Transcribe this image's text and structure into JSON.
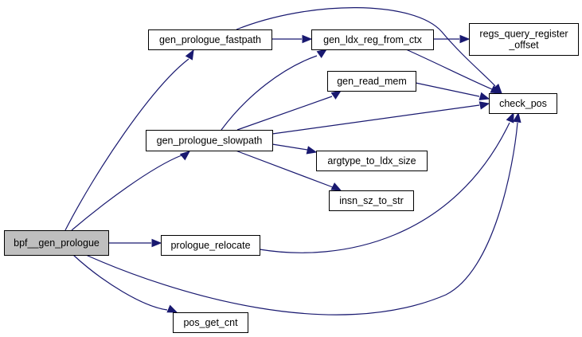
{
  "diagram": {
    "type": "call-graph",
    "colors": {
      "edge": "#191970",
      "root_fill": "#bfbfbf",
      "node_fill": "#ffffff",
      "border": "#000000"
    },
    "root": "bpf__gen_prologue",
    "nodes": [
      {
        "id": "bpf__gen_prologue",
        "label": [
          "bpf__gen_prologue"
        ],
        "highlighted": true
      },
      {
        "id": "gen_prologue_fastpath",
        "label": [
          "gen_prologue_fastpath"
        ],
        "highlighted": false
      },
      {
        "id": "gen_prologue_slowpath",
        "label": [
          "gen_prologue_slowpath"
        ],
        "highlighted": false
      },
      {
        "id": "prologue_relocate",
        "label": [
          "prologue_relocate"
        ],
        "highlighted": false
      },
      {
        "id": "pos_get_cnt",
        "label": [
          "pos_get_cnt"
        ],
        "highlighted": false
      },
      {
        "id": "gen_ldx_reg_from_ctx",
        "label": [
          "gen_ldx_reg_from_ctx"
        ],
        "highlighted": false
      },
      {
        "id": "gen_read_mem",
        "label": [
          "gen_read_mem"
        ],
        "highlighted": false
      },
      {
        "id": "argtype_to_ldx_size",
        "label": [
          "argtype_to_ldx_size"
        ],
        "highlighted": false
      },
      {
        "id": "insn_sz_to_str",
        "label": [
          "insn_sz_to_str"
        ],
        "highlighted": false
      },
      {
        "id": "regs_query_register_offset",
        "label": [
          "regs_query_register",
          "_offset"
        ],
        "highlighted": false
      },
      {
        "id": "check_pos",
        "label": [
          "check_pos"
        ],
        "highlighted": false
      }
    ],
    "edges": [
      {
        "from": "bpf__gen_prologue",
        "to": "gen_prologue_fastpath"
      },
      {
        "from": "bpf__gen_prologue",
        "to": "gen_prologue_slowpath"
      },
      {
        "from": "bpf__gen_prologue",
        "to": "prologue_relocate"
      },
      {
        "from": "bpf__gen_prologue",
        "to": "check_pos"
      },
      {
        "from": "bpf__gen_prologue",
        "to": "pos_get_cnt"
      },
      {
        "from": "gen_prologue_fastpath",
        "to": "gen_ldx_reg_from_ctx"
      },
      {
        "from": "gen_prologue_fastpath",
        "to": "check_pos"
      },
      {
        "from": "gen_prologue_slowpath",
        "to": "gen_ldx_reg_from_ctx"
      },
      {
        "from": "gen_prologue_slowpath",
        "to": "gen_read_mem"
      },
      {
        "from": "gen_prologue_slowpath",
        "to": "check_pos"
      },
      {
        "from": "gen_prologue_slowpath",
        "to": "argtype_to_ldx_size"
      },
      {
        "from": "gen_prologue_slowpath",
        "to": "insn_sz_to_str"
      },
      {
        "from": "gen_ldx_reg_from_ctx",
        "to": "regs_query_register_offset"
      },
      {
        "from": "gen_ldx_reg_from_ctx",
        "to": "check_pos"
      },
      {
        "from": "gen_read_mem",
        "to": "check_pos"
      },
      {
        "from": "prologue_relocate",
        "to": "check_pos"
      }
    ]
  }
}
